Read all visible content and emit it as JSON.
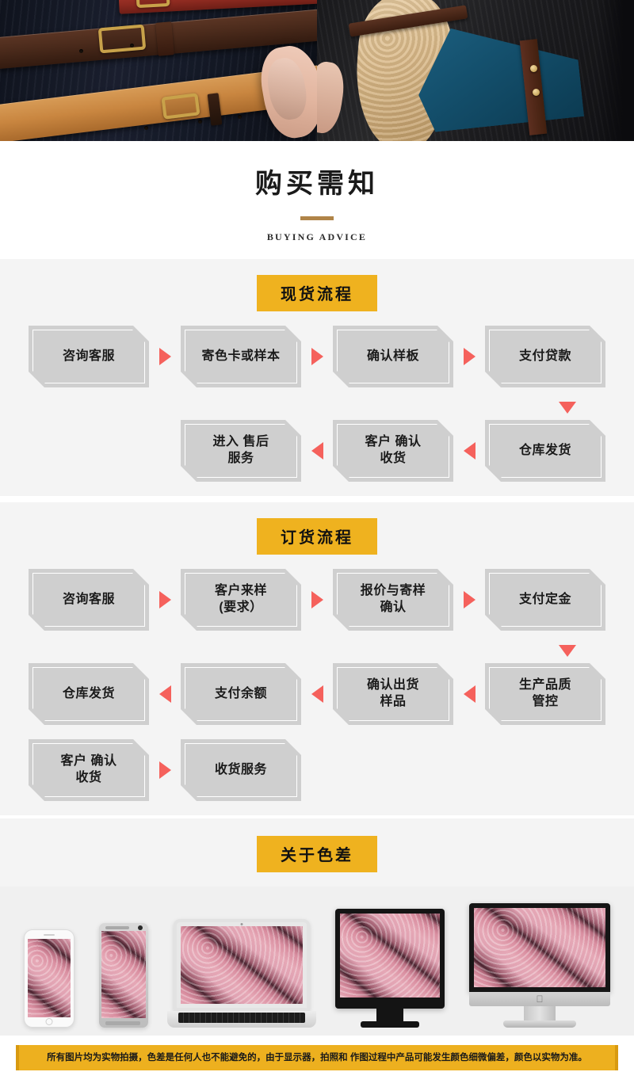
{
  "hero": {
    "alt_left": "brown-and-tan-leather-belts-on-navy-coat",
    "alt_right": "poodle-dog-with-teal-clutch-bag"
  },
  "title": {
    "cn": "购买需知",
    "en": "BUYING ADVICE"
  },
  "colors": {
    "badge_yellow": "#efb21f",
    "arrow_red": "#f5615c",
    "node_gray": "#cfcfcf",
    "node_shadow": "#dcdcdc",
    "section_bg": "#f4f4f4",
    "rule_brown": "#b08448",
    "note_bg": "#edb01f"
  },
  "stock_flow": {
    "badge": "现货流程",
    "row1": [
      {
        "label": "咨询客服"
      },
      {
        "label": "寄色卡或样本"
      },
      {
        "label": "确认样板"
      },
      {
        "label": "支付贷款"
      }
    ],
    "row2": [
      {
        "label": "进入 售后\n服务"
      },
      {
        "label": "客户 确认\n收货"
      },
      {
        "label": "仓库发货"
      }
    ]
  },
  "order_flow": {
    "badge": "订货流程",
    "row1": [
      {
        "label": "咨询客服"
      },
      {
        "label": "客户来样\n(要求）"
      },
      {
        "label": "报价与寄样\n确认"
      },
      {
        "label": "支付定金"
      }
    ],
    "row2": [
      {
        "label": "仓库发货"
      },
      {
        "label": "支付余额"
      },
      {
        "label": "确认出货\n样品"
      },
      {
        "label": "生产品质\n管控"
      }
    ],
    "row3": [
      {
        "label": "客户 确认\n收货"
      },
      {
        "label": "收货服务"
      }
    ]
  },
  "color_section": {
    "badge": "关于色差",
    "devices": [
      {
        "name": "iphone"
      },
      {
        "name": "android-phone"
      },
      {
        "name": "laptop"
      },
      {
        "name": "lcd-monitor"
      },
      {
        "name": "imac"
      }
    ],
    "note": "所有图片均为实物拍摄，色差是任何人也不能避免的，由于显示器，拍照和 作图过程中产品可能发生颜色细微偏差，颜色以实物为准。"
  }
}
